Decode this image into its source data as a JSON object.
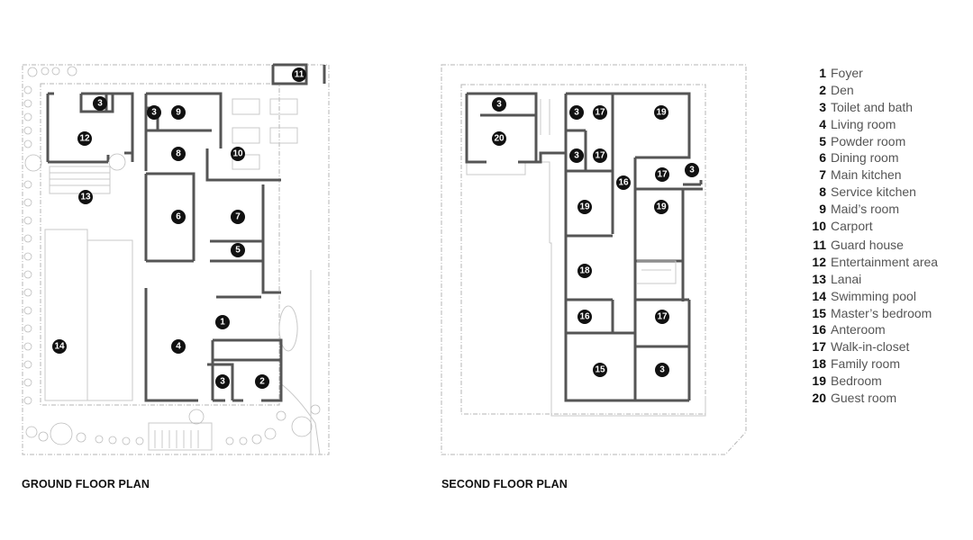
{
  "plans": {
    "ground": {
      "title": "GROUND FLOOR PLAN",
      "markers": [
        "3",
        "3",
        "9",
        "12",
        "8",
        "10",
        "13",
        "6",
        "7",
        "5",
        "1",
        "4",
        "14",
        "3",
        "2",
        "11"
      ]
    },
    "second": {
      "title": "SECOND FLOOR PLAN",
      "markers": [
        "3",
        "20",
        "3",
        "17",
        "19",
        "3",
        "17",
        "17",
        "3",
        "16",
        "19",
        "19",
        "18",
        "16",
        "17",
        "15",
        "3"
      ]
    }
  },
  "legend": [
    {
      "num": "1",
      "label": "Foyer"
    },
    {
      "num": "2",
      "label": "Den"
    },
    {
      "num": "3",
      "label": "Toilet and bath"
    },
    {
      "num": "4",
      "label": "Living room"
    },
    {
      "num": "5",
      "label": "Powder room"
    },
    {
      "num": "6",
      "label": "Dining room"
    },
    {
      "num": "7",
      "label": "Main kitchen"
    },
    {
      "num": "8",
      "label": "Service kitchen"
    },
    {
      "num": "9",
      "label": "Maid’s room"
    },
    {
      "num": "10",
      "label": "Carport"
    },
    {
      "num": "11",
      "label": "Guard house"
    },
    {
      "num": "12",
      "label": "Entertainment area"
    },
    {
      "num": "13",
      "label": "Lanai"
    },
    {
      "num": "14",
      "label": "Swimming pool"
    },
    {
      "num": "15",
      "label": "Master’s bedroom"
    },
    {
      "num": "16",
      "label": "Anteroom"
    },
    {
      "num": "17",
      "label": "Walk-in-closet"
    },
    {
      "num": "18",
      "label": "Family room"
    },
    {
      "num": "19",
      "label": "Bedroom"
    },
    {
      "num": "20",
      "label": "Guest room"
    }
  ]
}
